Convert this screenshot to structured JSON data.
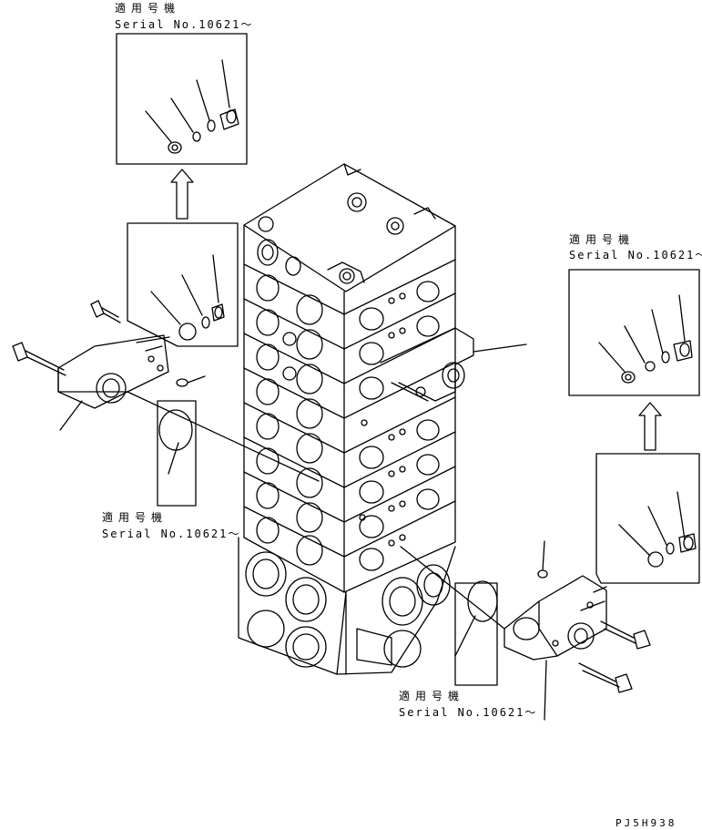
{
  "applicability_label_jp": "適用号機",
  "serial_label": "Serial No.10621～",
  "drawing_code": "PJ5H938",
  "callouts": [
    {
      "id": "top-left",
      "jp": "適用号機",
      "serial": "Serial No.10621～"
    },
    {
      "id": "right",
      "jp": "適用号機",
      "serial": "Serial No.10621～"
    },
    {
      "id": "mid-left",
      "jp": "適用号機",
      "serial": "Serial No.10621～"
    },
    {
      "id": "bottom",
      "jp": "適用号機",
      "serial": "Serial No.10621～"
    }
  ]
}
